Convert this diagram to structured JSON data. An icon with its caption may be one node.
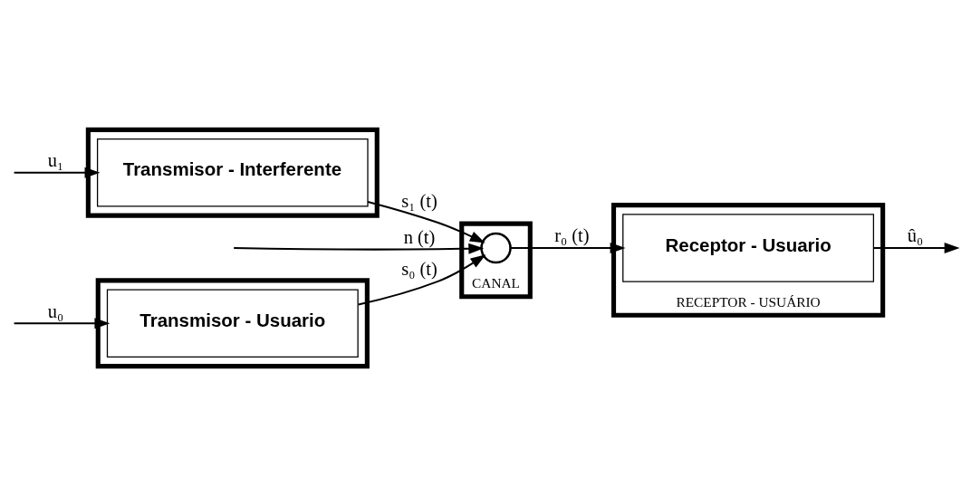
{
  "diagram": {
    "nodes": [
      {
        "text": [],
        "shape": "box"
      },
      {
        "text": [
          "Transmisor - Usuario"
        ],
        "in": 0
      },
      {
        "text": [],
        "shape": "box"
      },
      {
        "text": [
          "Transmisor - Interferente"
        ],
        "in": 2
      },
      {
        "text": [
          "CANAL"
        ]
      },
      {
        "text": [],
        "shape": "circle",
        "in": 4
      },
      {
        "text": [
          "RECEPTOR - USUÁRIO"
        ]
      },
      {
        "text": [
          "Receptor - Usuario"
        ],
        "in": 6
      }
    ],
    "edges": [
      {
        "from": null,
        "to": 1,
        "arrow": "to",
        "label": "u₀"
      },
      {
        "from": null,
        "to": 3,
        "arrow": "to",
        "label": "u₁"
      },
      {
        "from": 1,
        "to": 5,
        "arrow": "to",
        "label": "s₀ (t)"
      },
      {
        "from": 3,
        "to": 5,
        "arrow": "to",
        "label": "s₁ (t)"
      },
      {
        "from": null,
        "to": 5,
        "arrow": "to",
        "label": "n (t)"
      },
      {
        "from": 5,
        "to": 7,
        "arrow": "to",
        "label": "r₀ (t)"
      },
      {
        "from": 7,
        "to": null,
        "arrow": "to",
        "label": "û₀"
      }
    ]
  }
}
